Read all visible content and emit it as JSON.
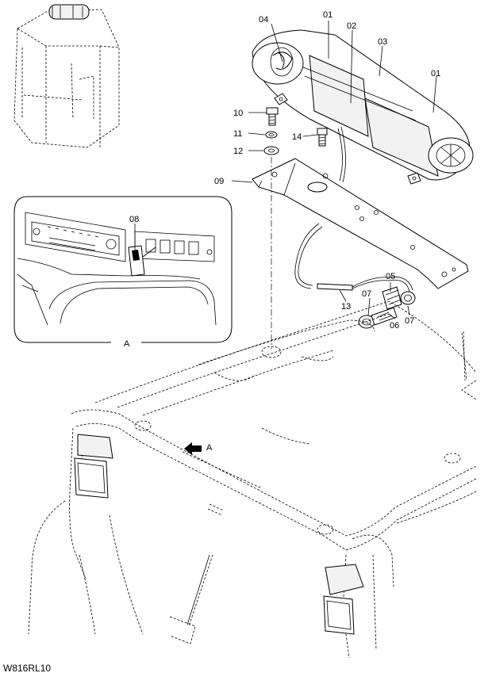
{
  "figure_code": "W816RL10",
  "callouts": {
    "c01a": "01",
    "c01b": "01",
    "c02": "02",
    "c03": "03",
    "c04": "04",
    "c05": "05",
    "c06": "06",
    "c07a": "07",
    "c07b": "07",
    "c08": "08",
    "c09": "09",
    "c10": "10",
    "c11": "11",
    "c12": "12",
    "c13": "13",
    "c14": "14"
  },
  "detail_view_label": "A",
  "view_arrow_label": "A"
}
